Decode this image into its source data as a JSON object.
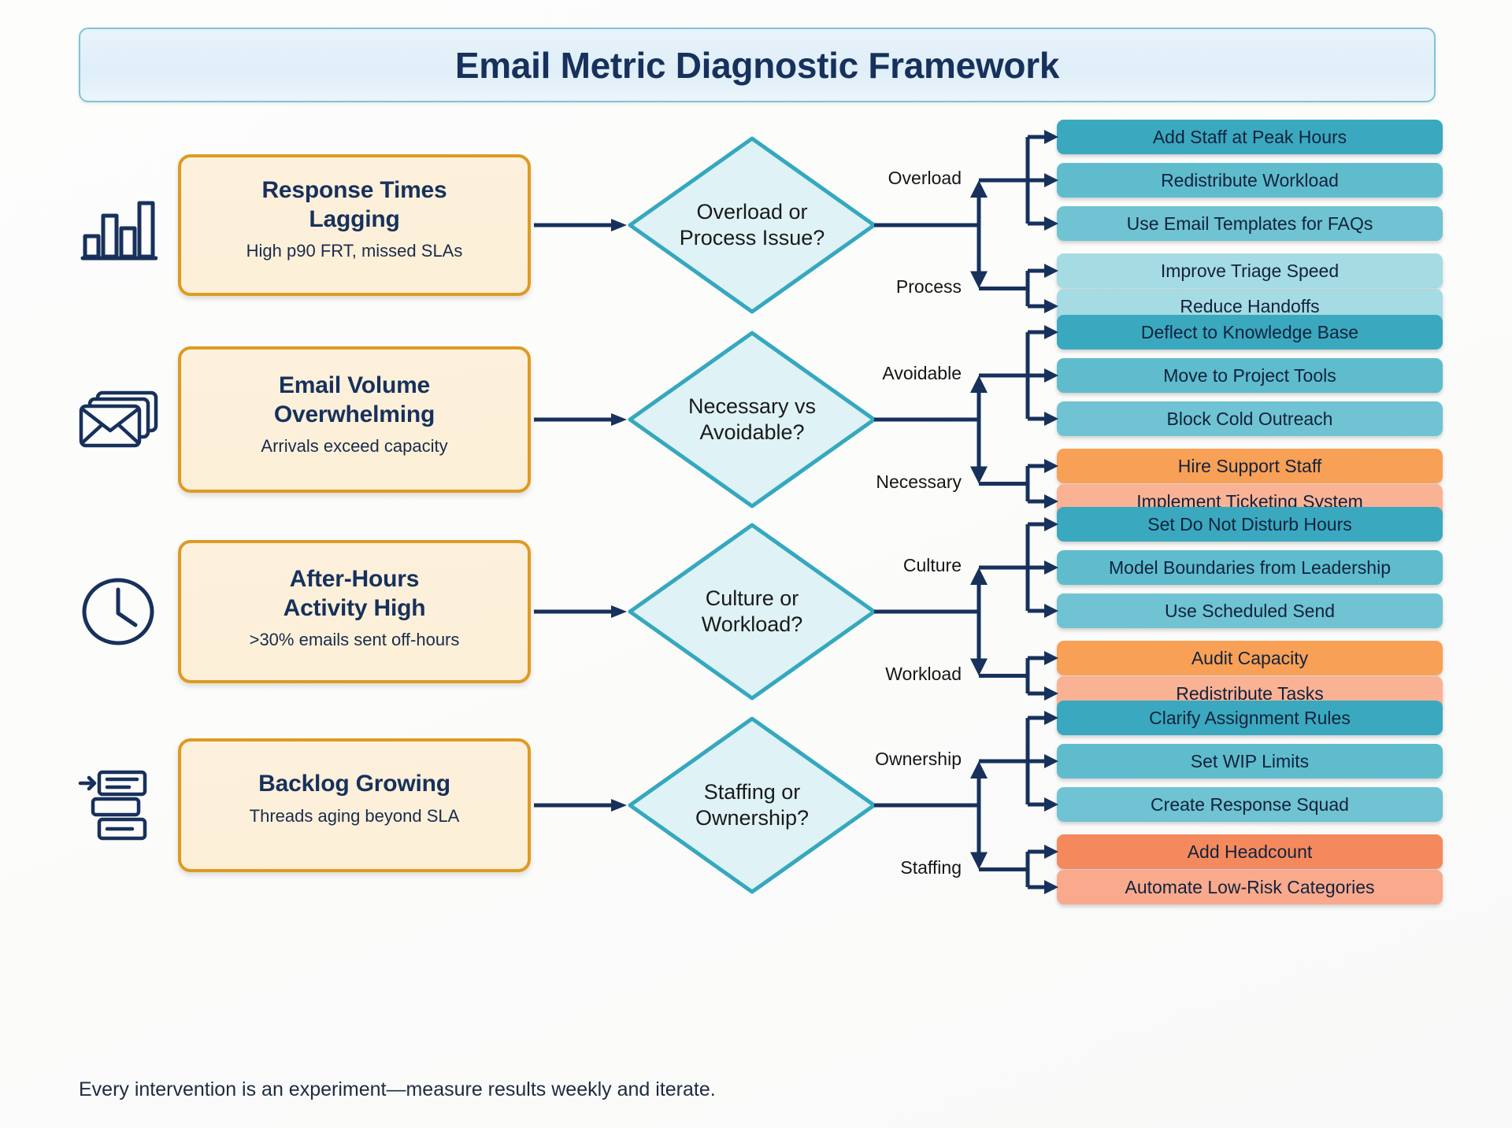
{
  "title": "Email Metric Diagnostic Framework",
  "footer": "Every intervention is an experiment—measure results weekly and iterate.",
  "colors": {
    "navy": "#17315c",
    "card_border": "#dd9b23",
    "card_fill": "#fdf1dd",
    "diamond_stroke": "#35a8be",
    "diamond_fill": "#dff2f5",
    "banner_border": "#7ec4d6",
    "banner_fill": "#e6f1fa",
    "teal_dark": "#3aa9bf",
    "teal_mid": "#5fbccd",
    "teal_light": "#8fd0da",
    "teal_pale": "#aadee4",
    "orange_dark": "#f8a055",
    "orange_light": "#fab294",
    "orange_deep": "#f4895e",
    "orange_soft": "#f9a98c"
  },
  "rows": [
    {
      "icon": "bar-chart-icon",
      "problem_title_line1": "Response Times",
      "problem_title_line2": "Lagging",
      "problem_sub": "High p90 FRT, missed SLAs",
      "decision_line1": "Overload or",
      "decision_line2": "Process Issue?",
      "branch_a_label": "Overload",
      "branch_b_label": "Process",
      "branch_a_actions": [
        {
          "label": "Add Staff at Peak Hours",
          "color": "#3aa9bf"
        },
        {
          "label": "Redistribute Workload",
          "color": "#5fbccd"
        },
        {
          "label": "Use Email Templates for FAQs",
          "color": "#6fc3d2"
        }
      ],
      "branch_b_actions": [
        {
          "label": "Improve Triage Speed",
          "color": "#a5dbe3"
        },
        {
          "label": "Reduce Handoffs",
          "color": "#a5dbe3"
        }
      ]
    },
    {
      "icon": "stacked-envelopes-icon",
      "problem_title_line1": "Email Volume",
      "problem_title_line2": "Overwhelming",
      "problem_sub": "Arrivals exceed capacity",
      "decision_line1": "Necessary vs",
      "decision_line2": "Avoidable?",
      "branch_a_label": "Avoidable",
      "branch_b_label": "Necessary",
      "branch_a_actions": [
        {
          "label": "Deflect to Knowledge Base",
          "color": "#3aa9bf"
        },
        {
          "label": "Move to Project Tools",
          "color": "#5fbccd"
        },
        {
          "label": "Block Cold Outreach",
          "color": "#6fc3d2"
        }
      ],
      "branch_b_actions": [
        {
          "label": "Hire Support Staff",
          "color": "#f8a055"
        },
        {
          "label": "Implement Ticketing System",
          "color": "#fab294"
        }
      ]
    },
    {
      "icon": "clock-icon",
      "problem_title_line1": "After-Hours",
      "problem_title_line2": "Activity High",
      "problem_sub": ">30% emails sent off-hours",
      "decision_line1": "Culture or",
      "decision_line2": "Workload?",
      "branch_a_label": "Culture",
      "branch_b_label": "Workload",
      "branch_a_actions": [
        {
          "label": "Set Do Not Disturb Hours",
          "color": "#3aa9bf"
        },
        {
          "label": "Model Boundaries from Leadership",
          "color": "#5fbccd"
        },
        {
          "label": "Use Scheduled Send",
          "color": "#6fc3d2"
        }
      ],
      "branch_b_actions": [
        {
          "label": "Audit Capacity",
          "color": "#f8a055"
        },
        {
          "label": "Redistribute Tasks",
          "color": "#fab294"
        }
      ]
    },
    {
      "icon": "backlog-icon",
      "problem_title_line1": "Backlog Growing",
      "problem_title_line2": "",
      "problem_sub": "Threads aging beyond SLA",
      "decision_line1": "Staffing or",
      "decision_line2": "Ownership?",
      "branch_a_label": "Ownership",
      "branch_b_label": "Staffing",
      "branch_a_actions": [
        {
          "label": "Clarify Assignment Rules",
          "color": "#3aa9bf"
        },
        {
          "label": "Set WIP Limits",
          "color": "#5fbccd"
        },
        {
          "label": "Create Response Squad",
          "color": "#6fc3d2"
        }
      ],
      "branch_b_actions": [
        {
          "label": "Add Headcount",
          "color": "#f4895e"
        },
        {
          "label": "Automate Low-Risk Categories",
          "color": "#f9a98c"
        }
      ]
    }
  ]
}
